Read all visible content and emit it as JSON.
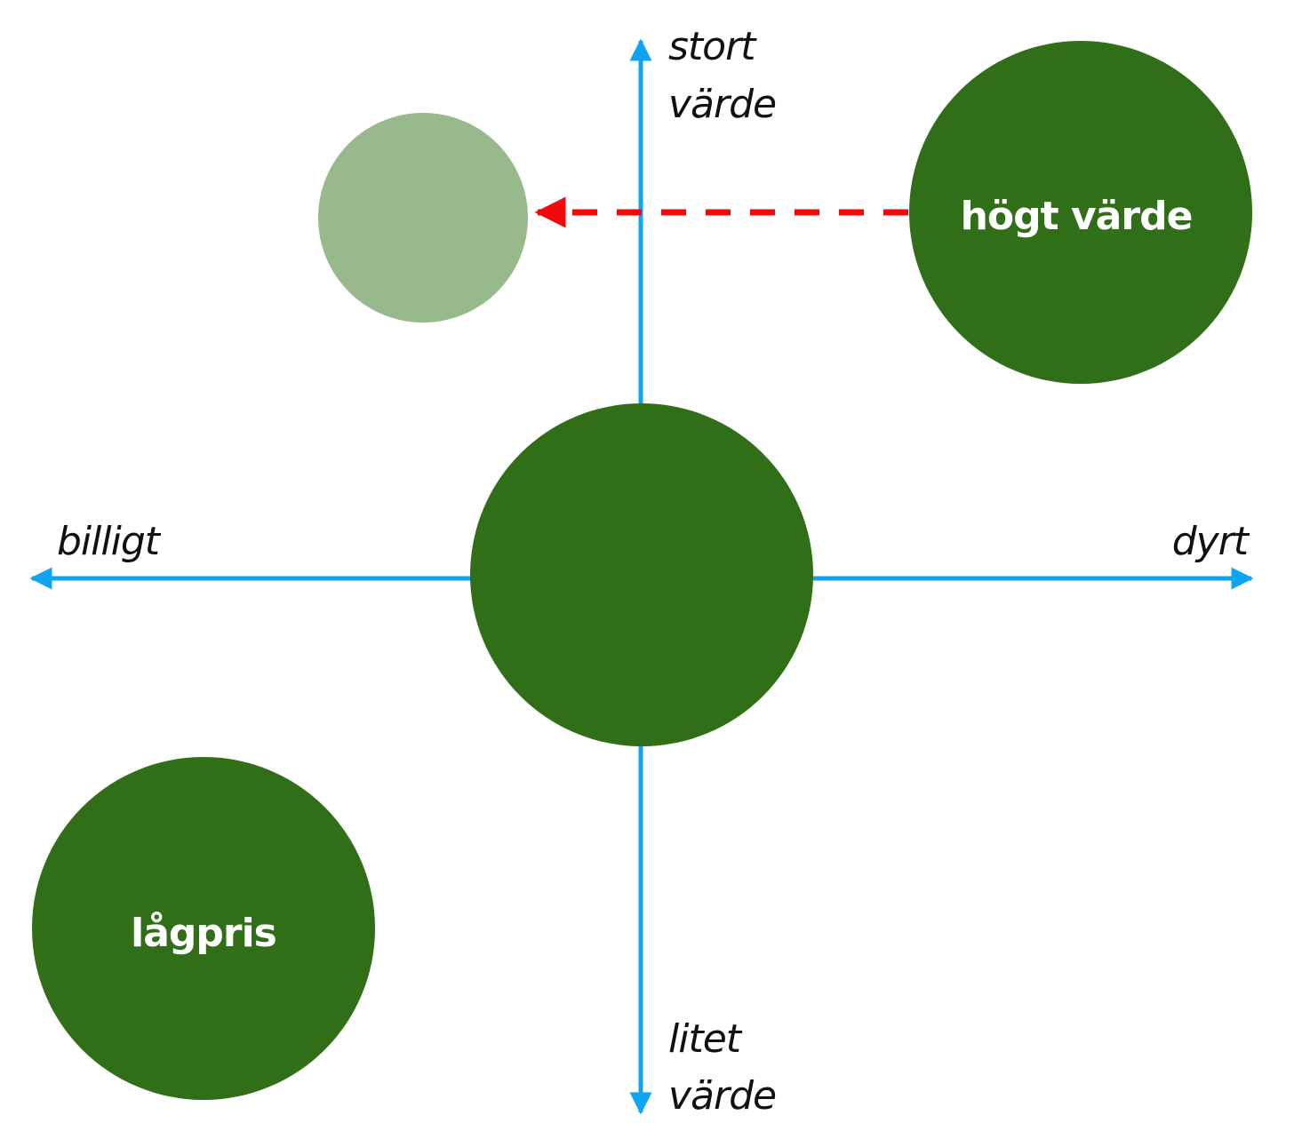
{
  "colors": {
    "axis": "#0ea5f0",
    "bubble_dark": "#306e17",
    "bubble_light": "#97b98b",
    "arrow": "#f00a0a",
    "label_on_axis": "#111111",
    "label_on_bubble": "#ffffff"
  },
  "axes": {
    "top": "stort",
    "top_line2": "värde",
    "bottom": "litet",
    "bottom_line2": "värde",
    "left": "billigt",
    "right": "dyrt"
  },
  "bubbles": {
    "high_value": {
      "label": "högt värde"
    },
    "low_price": {
      "label": "lågpris"
    },
    "center": {
      "label": ""
    },
    "shifted": {
      "label": ""
    }
  }
}
